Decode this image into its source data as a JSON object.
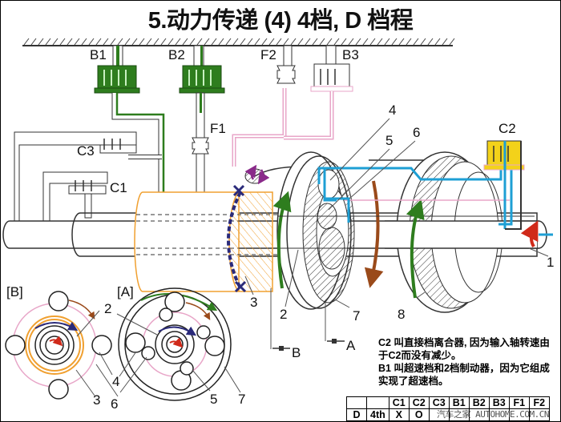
{
  "title": "5.动力传递 (4) 4档, D 档程",
  "components": {
    "B1": "B1",
    "B2": "B2",
    "B3": "B3",
    "F1": "F1",
    "F2": "F2",
    "C1": "C1",
    "C2": "C2",
    "C3": "C3"
  },
  "callouts": [
    "1",
    "2",
    "3",
    "4",
    "5",
    "6",
    "7",
    "8"
  ],
  "inset_labels": {
    "B": "[B]",
    "A": "[A]"
  },
  "inset_callouts": {
    "n2": "2",
    "n3": "3",
    "n4": "4",
    "n5": "5",
    "n6": "6",
    "n7": "7"
  },
  "section_markers": {
    "A": "A",
    "B": "B"
  },
  "notes": [
    "C2 叫直接档离合器, 因为输入轴转速由于C2而没有减少。",
    "B1 叫超速档和2档制动器，因为它组成实现了超速档。"
  ],
  "table": {
    "headers": [
      "",
      "",
      "C1",
      "C2",
      "C3",
      "B1",
      "B2",
      "B3",
      "F1",
      "F2"
    ],
    "rows": [
      [
        "D",
        "4th",
        "X",
        "O",
        "",
        "",
        "",
        "",
        "",
        ""
      ]
    ]
  },
  "watermark": "汽车之家 AUTOHOME.COM.CN",
  "colors": {
    "brake_green": "#2e7d1e",
    "clutch_yellow": "#f3d21a",
    "fluid_blue": "#1e9fd4",
    "sun_orange": "#f0a030",
    "pink": "#e8a6c8",
    "arrow_navy": "#2a2a7a",
    "arrow_brown": "#9a4a1a",
    "arrow_red": "#d02a1a",
    "arrow_purple": "#8a2a8a"
  }
}
